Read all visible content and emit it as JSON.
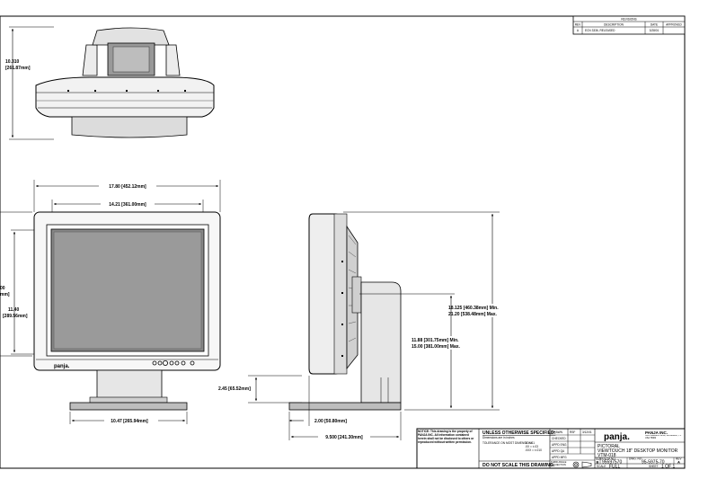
{
  "revisions": {
    "title": "REVISIONS",
    "headers": [
      "REV",
      "DESCRIPTION",
      "DATE",
      "APPROVED"
    ],
    "rows": [
      [
        "A",
        "ECN 3336, RELEASED",
        "3/28/01",
        ""
      ]
    ]
  },
  "top_view": {
    "height_in": "10.310",
    "height_mm": "[261.87mm]"
  },
  "front_view": {
    "overall_width": "17.80 [452.12mm]",
    "screen_width": "14.21 [361.00mm]",
    "left_clipped_top": "00",
    "left_clipped_bottom": "mm]",
    "screen_height_in": "11.40",
    "screen_height_mm": "[289.56mm]",
    "base_height": "2.45 [65.52mm]",
    "stand_width": "10.47 [265.94mm]",
    "brand": "panja."
  },
  "side_view": {
    "height_min": "18.125 [460.38mm] Min.",
    "height_max": "21.20 [538.48mm] Max.",
    "screen_center_min": "11.88 [301.75mm] Min.",
    "screen_center_max": "15.00 [381.00mm] Max.",
    "depth_offset": "2.00 [50.80mm]",
    "base_depth": "9.500 [241.30mm]"
  },
  "title_block": {
    "notice": "NOTICE: This drawing is the property of PANJA INC. All information contained herein shall not be disclosed to others or reproduced without written permission.",
    "unless_specified": "UNLESS OTHERWISE SPECIFIED:",
    "tolerance_title": "TOLERANCE ON MOST DIMENSIONS",
    "tolerance_notes": [
      ".X = ±.1",
      ".XX = ±.03",
      ".XXX = ±.010"
    ],
    "dims_note": "Dimensions are in inches",
    "do_not_scale": "DO NOT SCALE THIS DRAWING.",
    "drawn": "DRAWN",
    "checked": "CHECKED",
    "appd_eng": "APPD ENG",
    "appd_qa": "APPD QA",
    "appd_mfg": "APPD MFG",
    "third_angle": "THIRD ANGLE PROJECTION",
    "drawn_by": "RSF",
    "drawn_date": "3/12/01",
    "company_logo": "panja.",
    "company_name": "PANJA INC.",
    "company_addr": "3000 Research Drive, Richardson, TX USA 75082",
    "title_line1": "PICTORAL",
    "title_line2": "VIEWTOUCH 18\" DESKTOP MONITOR",
    "title_line3": "VTM-018",
    "size_label": "SIZE",
    "size_value": "B",
    "fscm_label": "FSCM NO",
    "fscm_value": "95597570",
    "dwg_label": "DWG. NO",
    "dwg_value": "95-5975-70",
    "rev_label": "REV",
    "rev_value": "A",
    "scale_label": "SCALE",
    "scale_value": "FULL",
    "sheet_label": "SHEET",
    "sheet_value": "1 OF 1"
  }
}
